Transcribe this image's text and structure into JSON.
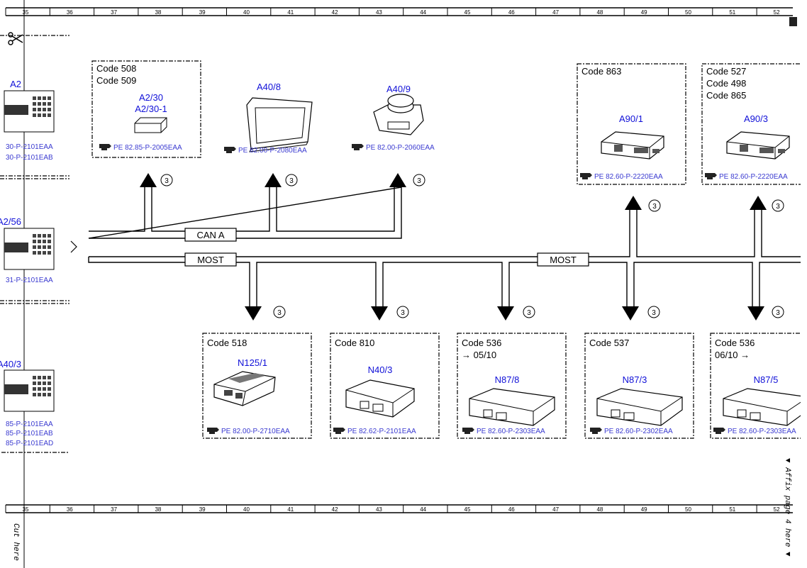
{
  "ruler": {
    "numbers": [
      "35",
      "36",
      "37",
      "38",
      "39",
      "40",
      "41",
      "42",
      "43",
      "44",
      "45",
      "46",
      "47",
      "48",
      "49",
      "50",
      "51",
      "52"
    ]
  },
  "side_notes": {
    "cut_here": "Cut here",
    "affix_page": "▼ Affix page 4 here ▼"
  },
  "bus": {
    "can_label": "CAN A",
    "most_label": "MOST",
    "most_label_2": "MOST",
    "branch_marker": "3"
  },
  "left_column": [
    {
      "id": "A2",
      "refs": [
        "30-P-2101EAA",
        "30-P-2101EAB"
      ]
    },
    {
      "id": "A2/56",
      "refs": [
        "31-P-2101EAA"
      ]
    },
    {
      "id": "A40/3",
      "refs": [
        "85-P-2101EAA",
        "85-P-2101EAB",
        "85-P-2101EAD"
      ]
    }
  ],
  "top_modules": [
    {
      "codes": [
        "Code 508",
        "Code 509"
      ],
      "ids": [
        "A2/30",
        "A2/30-1"
      ],
      "ref": "PE 82.85-P-2005EAA"
    },
    {
      "codes": [],
      "ids": [
        "A40/8"
      ],
      "ref": "PE 82.00-P-2080EAA"
    },
    {
      "codes": [],
      "ids": [
        "A40/9"
      ],
      "ref": "PE 82.00-P-2060EAA"
    },
    {
      "codes": [
        "Code 863"
      ],
      "ids": [
        "A90/1"
      ],
      "ref": "PE 82.60-P-2220EAA"
    },
    {
      "codes": [
        "Code 527",
        "Code 498",
        "Code 865"
      ],
      "ids": [
        "A90/3"
      ],
      "ref": "PE 82.60-P-2220EAA"
    }
  ],
  "bottom_modules": [
    {
      "codes": [
        "Code 518"
      ],
      "ids": [
        "N125/1"
      ],
      "ref": "PE 82.00-P-2710EAA"
    },
    {
      "codes": [
        "Code 810"
      ],
      "ids": [
        "N40/3"
      ],
      "ref": "PE 82.62-P-2101EAA"
    },
    {
      "codes": [
        "Code 536",
        "→ 05/10"
      ],
      "ids": [
        "N87/8"
      ],
      "ref": "PE 82.60-P-2303EAA"
    },
    {
      "codes": [
        "Code 537"
      ],
      "ids": [
        "N87/3"
      ],
      "ref": "PE 82.60-P-2302EAA"
    },
    {
      "codes": [
        "Code 536",
        "06/10 →"
      ],
      "ids": [
        "N87/5"
      ],
      "ref": "PE 82.60-P-2303EAA"
    }
  ],
  "colors": {
    "id_text": "#1010d8",
    "ref_text": "#3a3ad0",
    "line": "#000000"
  }
}
